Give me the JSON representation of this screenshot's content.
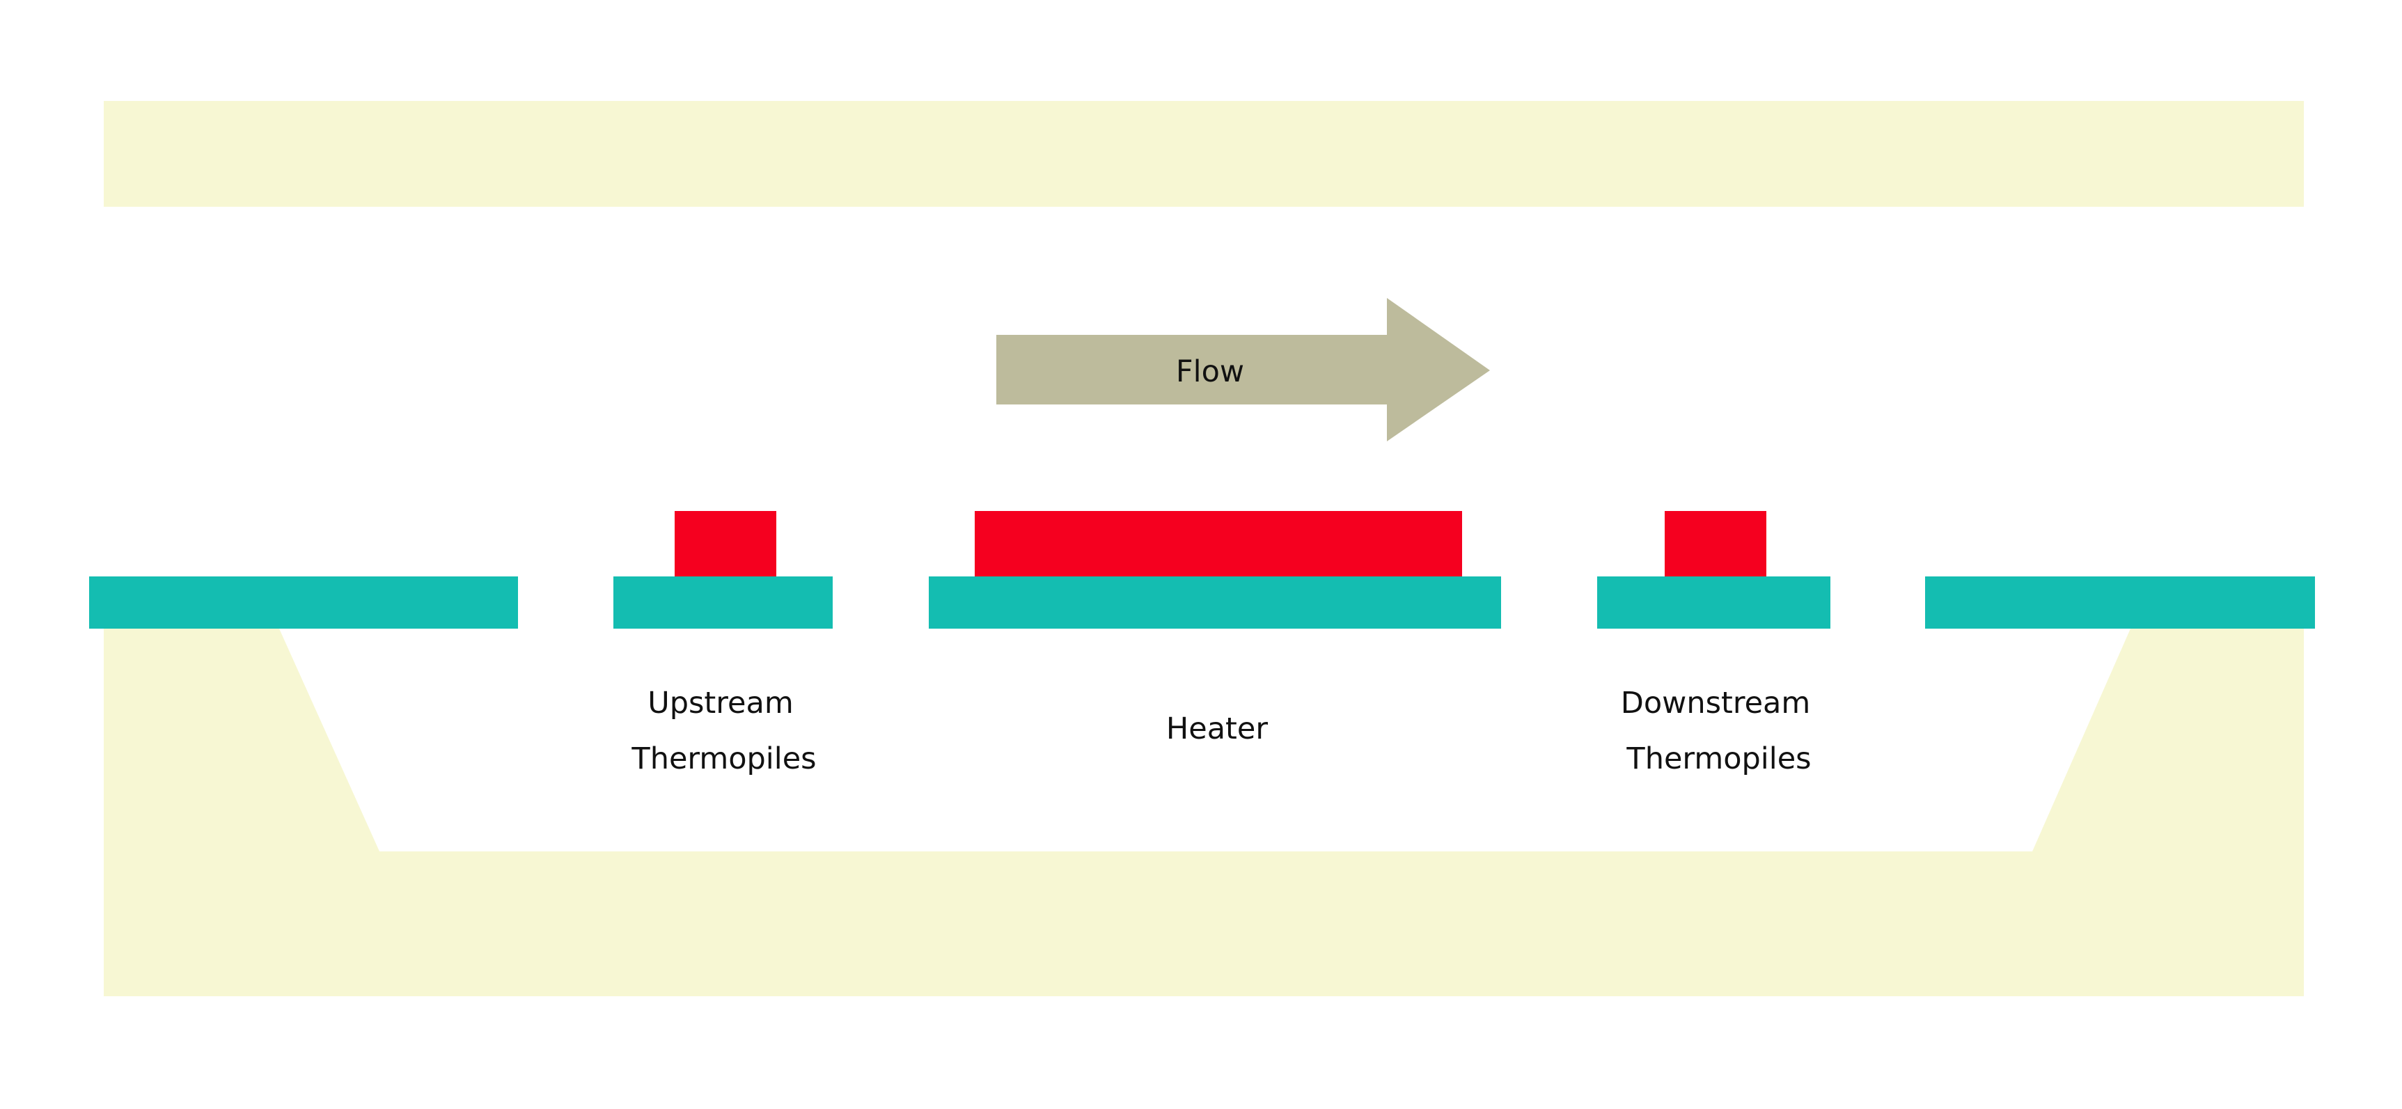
{
  "labels": {
    "flow": "Flow",
    "upstream_line1": "Upstream",
    "upstream_line2": "Thermopiles",
    "heater": "Heater",
    "downstream_line1": "Downstream",
    "downstream_line2": "Thermopiles"
  },
  "colors": {
    "substrate": "#F7F7D3",
    "membrane": "#14BDB1",
    "element": "#F5001F",
    "arrow": "#BDBB9C",
    "text": "#111111",
    "background": "#FFFFFF"
  }
}
